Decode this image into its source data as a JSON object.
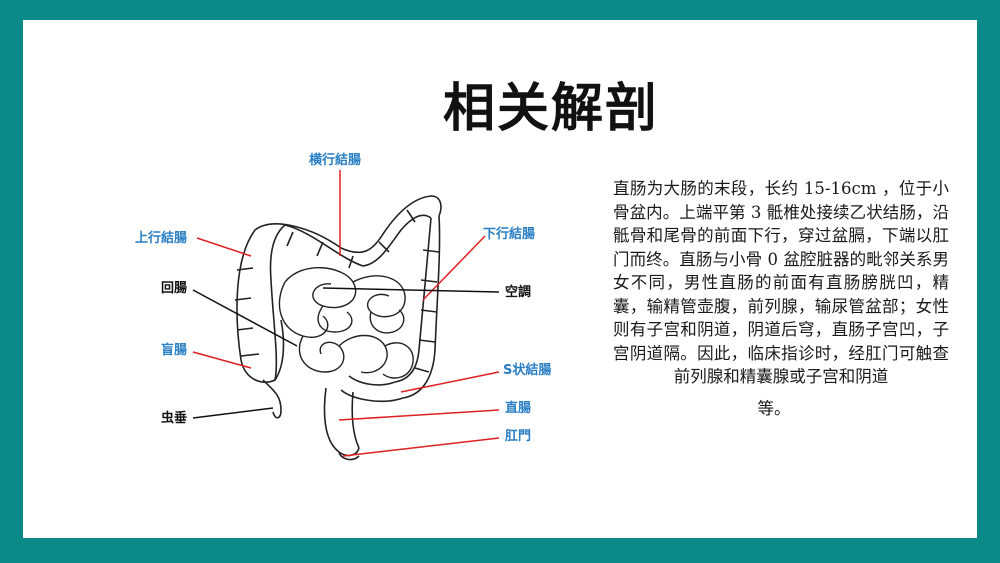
{
  "title": "相关解剖",
  "description": "直肠为大肠的末段，长约 15-16cm ，位于小骨盆内。上端平第 3 骶椎处接续乙状结肠，沿骶骨和尾骨的前面下行，穿过盆膈，下端以肛门而终。直肠与小骨 0 盆腔脏器的毗邻关系男女不同，男性直肠的前面有直肠膀胱凹，精囊，输精管壶腹，前列腺，输尿管盆部；女性则有子宫和阴道，阴道后穹，直肠子宫凹，子宫阴道隔。因此，临床指诊时，经肛门可触查前列腺和精囊腺或子宫和阴道",
  "description_end": "等。",
  "diagram": {
    "labels": {
      "transverse_colon": "横行結腸",
      "ascending_colon": "上行結腸",
      "descending_colon": "下行結腸",
      "ileum": "回腸",
      "jejunum": "空調",
      "cecum": "盲腸",
      "sigmoid_colon": "S状結腸",
      "appendix": "虫垂",
      "rectum": "直腸",
      "anus": "肛門"
    },
    "colors": {
      "blue_label": "#2a7fc4",
      "red_line": "#e02020",
      "black_line": "#111111"
    }
  }
}
